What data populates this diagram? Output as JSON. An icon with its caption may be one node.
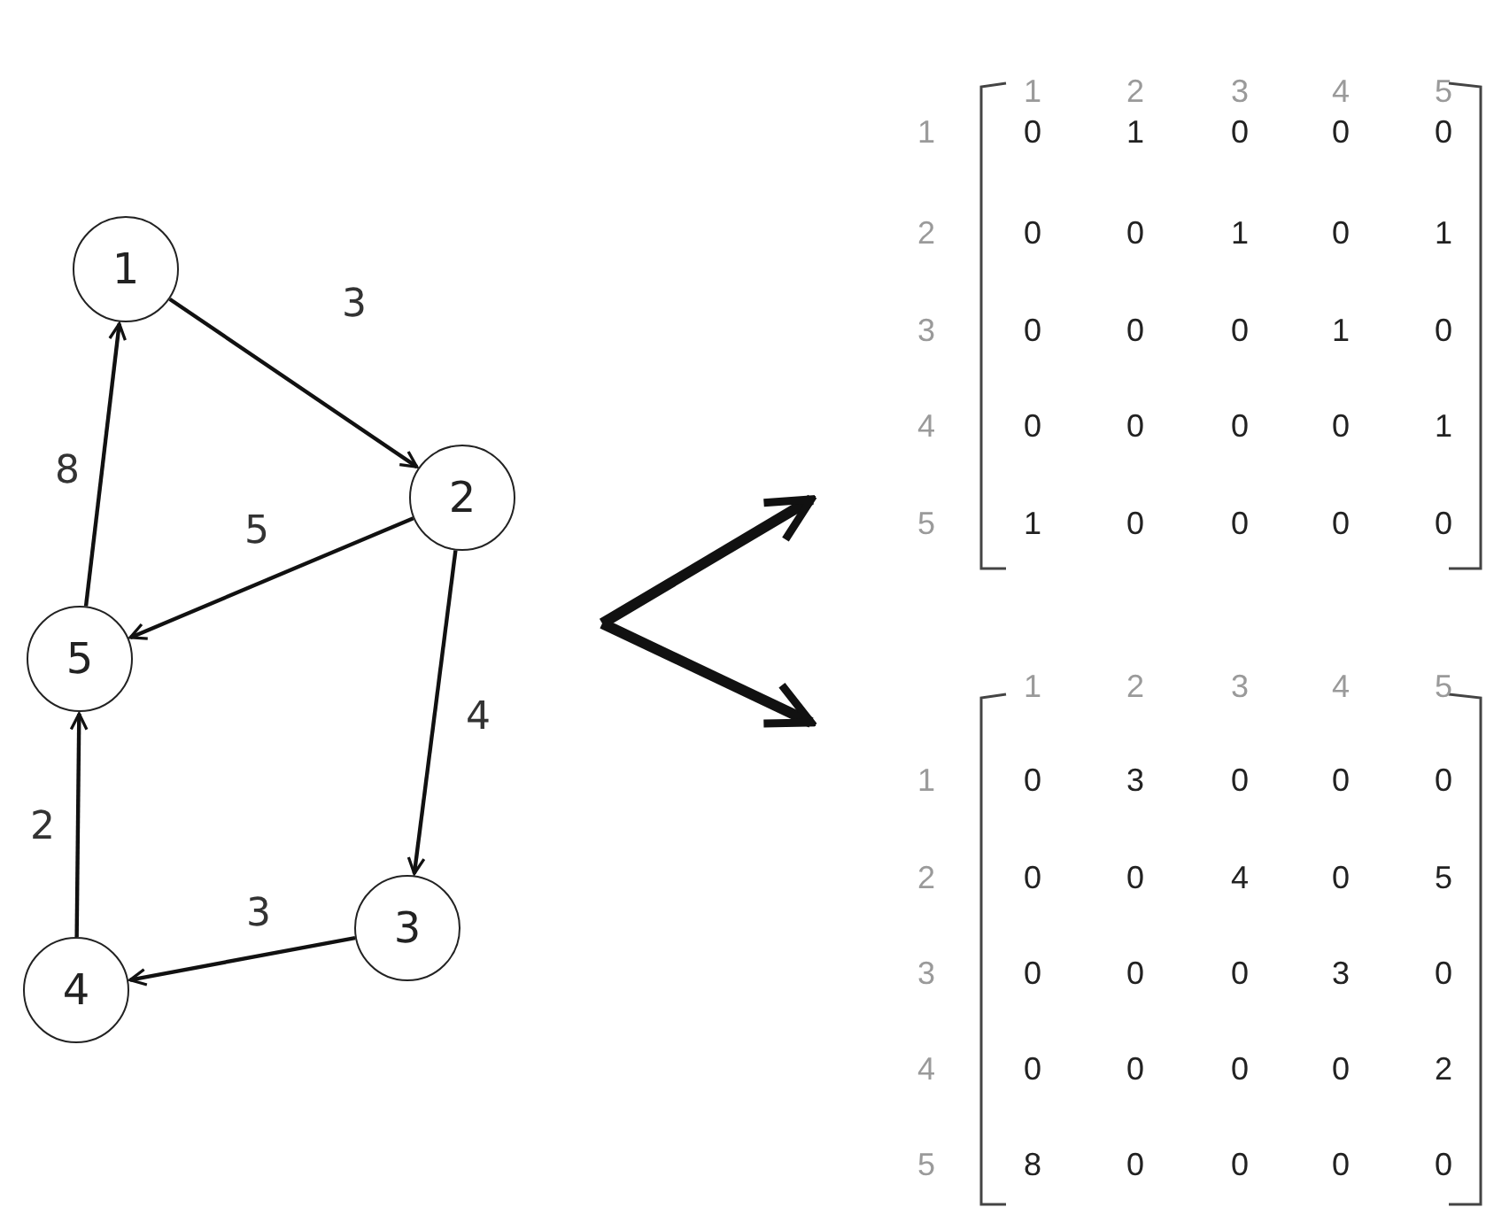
{
  "diagram": {
    "nodes": [
      {
        "text": [
          "1"
        ]
      },
      {
        "text": [
          "2"
        ]
      },
      {
        "text": [
          "5"
        ]
      },
      {
        "text": [
          "3"
        ]
      },
      {
        "text": [
          "4"
        ]
      },
      {
        "text": [
          "1",
          "2",
          "3",
          "4",
          "5",
          "1",
          "0",
          "1",
          "0",
          "0",
          "0",
          "2",
          "0",
          "0",
          "1",
          "0",
          "1",
          "3",
          "0",
          "0",
          "0",
          "1",
          "0",
          "4",
          "0",
          "0",
          "0",
          "0",
          "1",
          "5",
          "1",
          "0",
          "0",
          "0",
          "0"
        ]
      },
      {
        "text": [
          "1",
          "2",
          "3",
          "4",
          "5",
          "1",
          "0",
          "3",
          "0",
          "0",
          "0",
          "2",
          "0",
          "0",
          "4",
          "0",
          "5",
          "3",
          "0",
          "0",
          "0",
          "3",
          "0",
          "4",
          "0",
          "0",
          "0",
          "0",
          "2",
          "5",
          "8",
          "0",
          "0",
          "0",
          "0"
        ]
      }
    ],
    "edges": [
      {
        "from": 0,
        "to": 1,
        "arrow": "to",
        "label": "3"
      },
      {
        "from": 2,
        "to": 0,
        "arrow": "to",
        "label": "8"
      },
      {
        "from": 1,
        "to": 2,
        "arrow": "to",
        "label": "5"
      },
      {
        "from": 1,
        "to": 3,
        "arrow": "to",
        "label": "4"
      },
      {
        "from": 4,
        "to": 2,
        "arrow": "to",
        "label": "2"
      },
      {
        "from": 3,
        "to": 4,
        "arrow": "to",
        "label": "3"
      },
      {
        "from": null,
        "to": 5,
        "arrow": "to",
        "style": "thick"
      },
      {
        "from": null,
        "to": 6,
        "arrow": "to",
        "style": "thick"
      }
    ]
  }
}
